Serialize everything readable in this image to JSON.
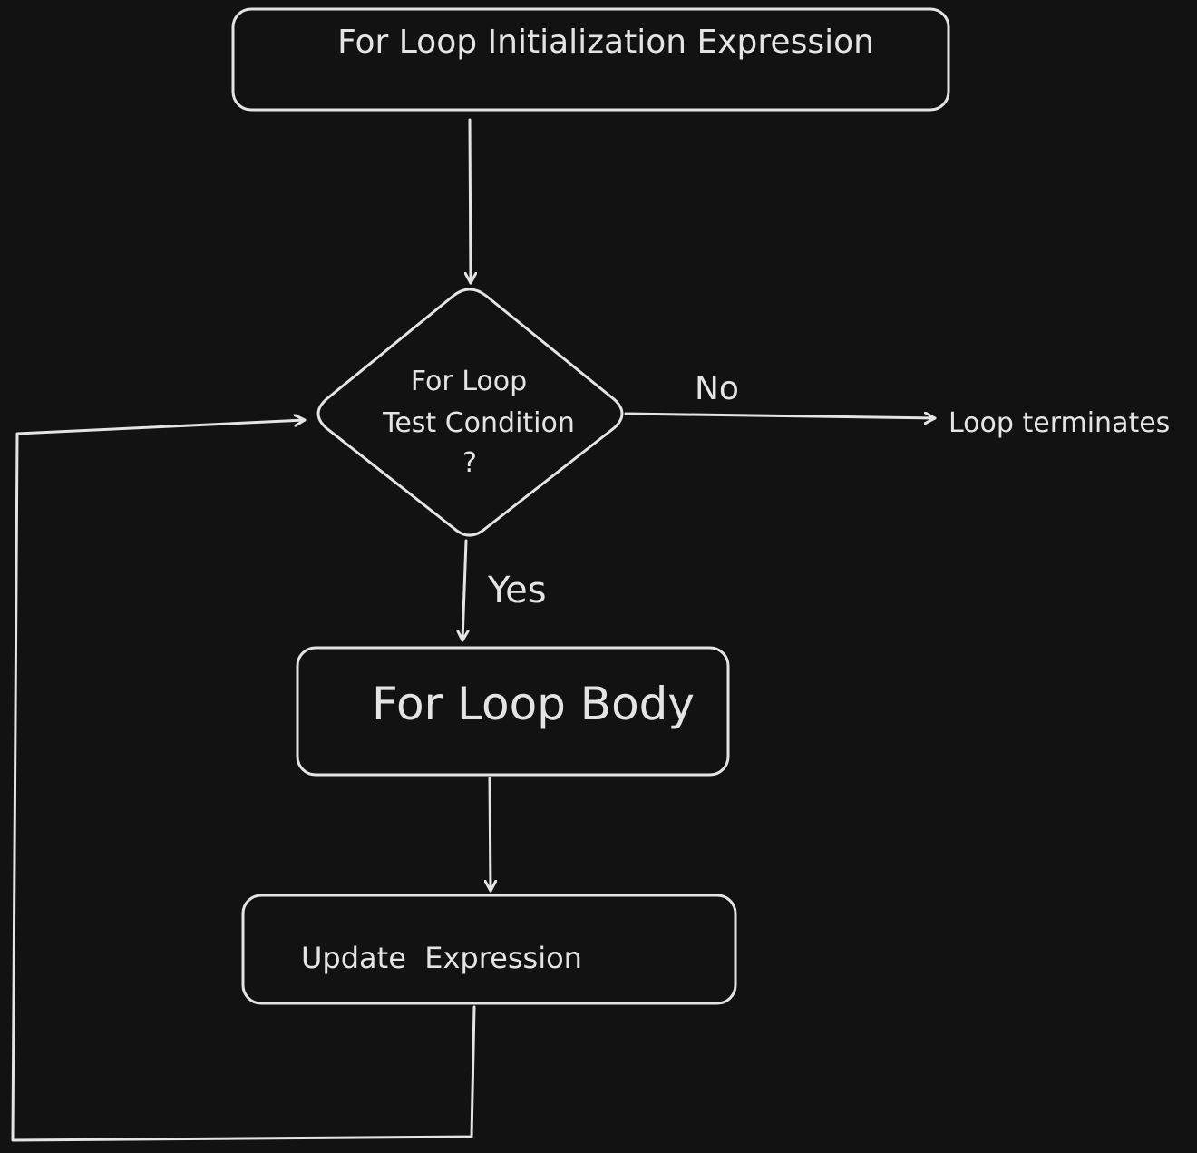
{
  "colors": {
    "background": "#121212",
    "stroke": "#e4e4e4"
  },
  "nodes": {
    "init": {
      "label": "For Loop Initialization Expression"
    },
    "condition": {
      "lines": [
        "For Loop",
        "Test Condition",
        "?"
      ]
    },
    "body": {
      "label": "For Loop Body"
    },
    "update": {
      "label": "Update  Expression"
    },
    "terminate": {
      "label": "Loop terminates"
    }
  },
  "edges": {
    "no_label": "No",
    "yes_label": "Yes"
  }
}
